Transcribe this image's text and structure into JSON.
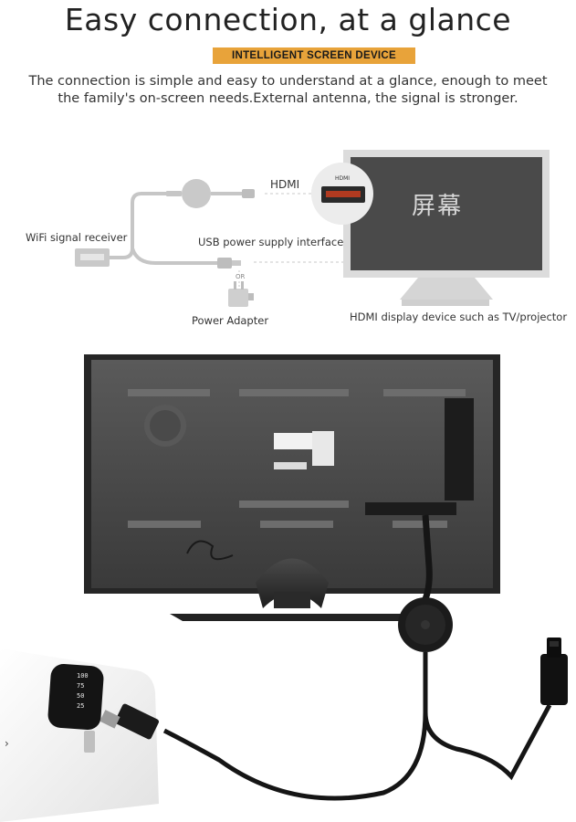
{
  "header": {
    "title": "Easy connection, at a glance",
    "badge": "INTELLIGENT SCREEN DEVICE",
    "description": "The connection is simple and easy to understand at a glance, enough to meet the family's on-screen needs.External antenna, the signal is stronger."
  },
  "diagram": {
    "hdmi_label": "HDMI",
    "hdmi_port_label": "HDMI",
    "wifi_label": "WiFi signal receiver",
    "usb_label": "USB power supply interface",
    "or_label": "OR",
    "adapter_label": "Power Adapter",
    "display_label": "HDMI display device such as TV/projector",
    "screen_text": "屏幕"
  },
  "photo": {
    "power_bank_levels": [
      "100",
      "75",
      "50",
      "25"
    ]
  },
  "colors": {
    "badge": "#e8a33a",
    "tv_frame": "#d9d9d9",
    "tv_screen": "#4a4a4a",
    "diagram_gray": "#c4c4c4"
  }
}
